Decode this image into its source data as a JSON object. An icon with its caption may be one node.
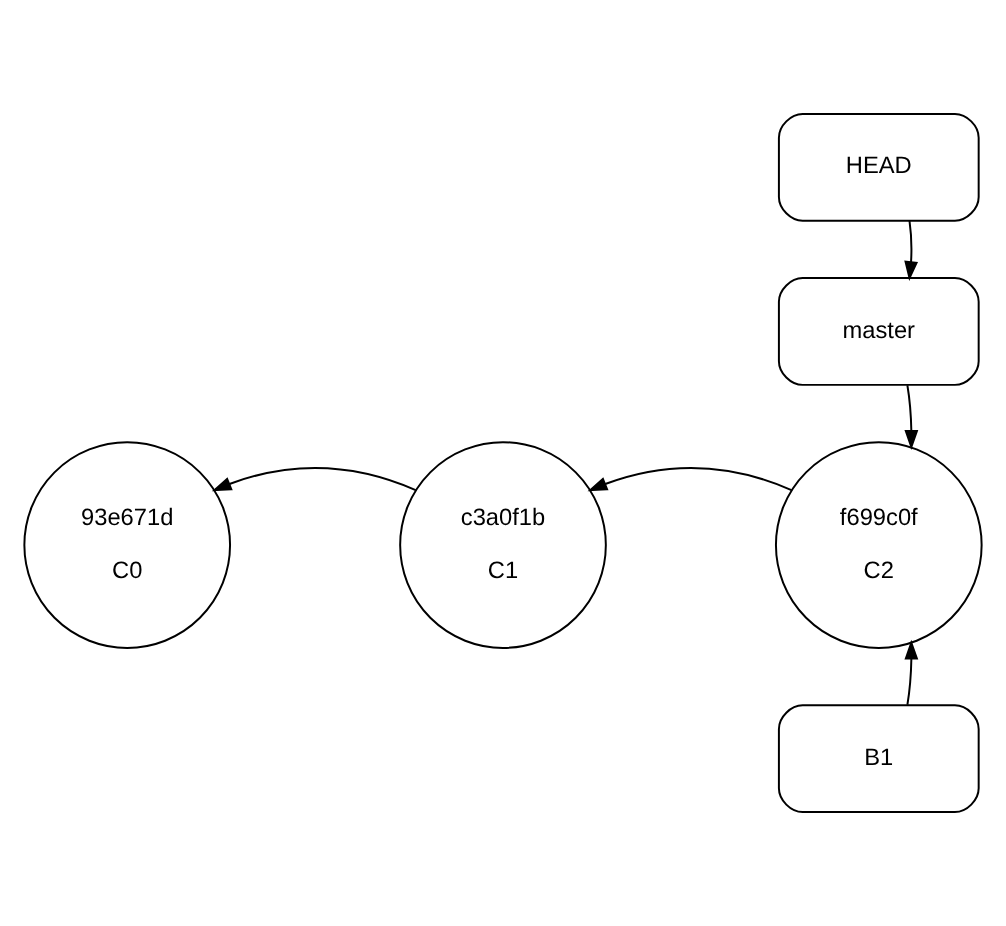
{
  "diagram": {
    "nodes": [
      {
        "text": [
          "HEAD"
        ]
      },
      {
        "text": [
          "master"
        ]
      },
      {
        "text": [
          "93e671d",
          "C0"
        ]
      },
      {
        "text": [
          "c3a0f1b",
          "C1"
        ]
      },
      {
        "text": [
          "f699c0f",
          "C2"
        ]
      },
      {
        "text": [
          "B1"
        ]
      }
    ],
    "edges": [
      {
        "from": 0,
        "to": 1,
        "arrow": "to"
      },
      {
        "from": 1,
        "to": 4,
        "arrow": "to"
      },
      {
        "from": 4,
        "to": 3,
        "arrow": "to"
      },
      {
        "from": 3,
        "to": 2,
        "arrow": "to"
      },
      {
        "from": 5,
        "to": 4,
        "arrow": "to"
      }
    ]
  }
}
